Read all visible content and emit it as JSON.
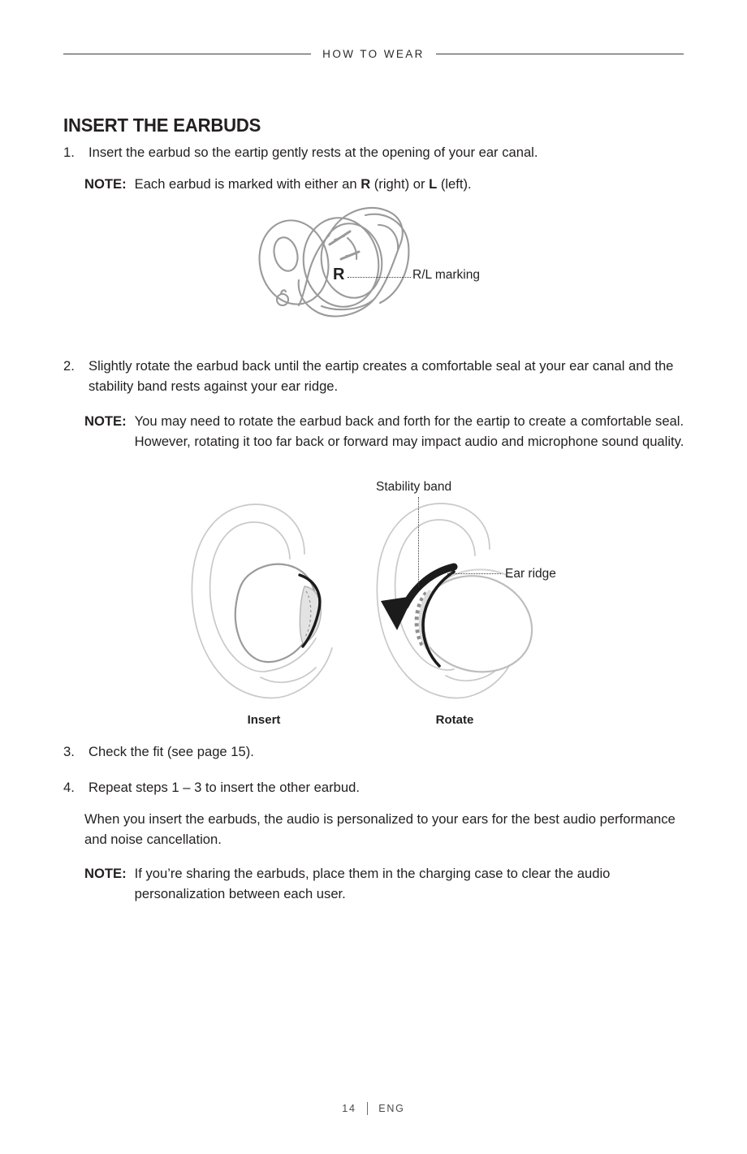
{
  "header": {
    "title": "HOW TO WEAR"
  },
  "section": {
    "title": "INSERT THE EARBUDS"
  },
  "steps": [
    {
      "number": "1.",
      "text": "Insert the earbud so the eartip gently rests at the opening of your ear canal."
    },
    {
      "number": "2.",
      "text": "Slightly rotate the earbud back until the eartip creates a comfortable seal at your ear canal and the stability band rests against your ear ridge."
    },
    {
      "number": "3.",
      "text": "Check the fit (see page 15)."
    },
    {
      "number": "4.",
      "text": "Repeat steps 1 – 3 to insert the other earbud."
    }
  ],
  "notes": {
    "label": "NOTE:",
    "note1_prefix": "Each earbud is marked with either an ",
    "note1_bold_r": "R",
    "note1_mid": " (right) or ",
    "note1_bold_l": "L",
    "note1_suffix": " (left).",
    "note2": "You may need to rotate the earbud back and forth for the eartip to create a comfortable seal. However, rotating it too far back or forward may impact audio and microphone sound quality.",
    "note3": "If you’re sharing the earbuds, place them in the charging case to clear the audio personalization between each user."
  },
  "paragraph": {
    "text": "When you insert the earbuds, the audio is personalized to your ears for the best audio performance and noise cancellation."
  },
  "figures": {
    "earbud": {
      "marking_letter": "R",
      "callout": "R/L marking"
    },
    "ear_insert": {
      "caption": "Insert"
    },
    "ear_rotate": {
      "caption": "Rotate",
      "callout_top": "Stability band",
      "callout_right": "Ear ridge"
    }
  },
  "footer": {
    "page_number": "14",
    "language": "ENG"
  },
  "colors": {
    "text": "#231f20",
    "rule": "#3a3a3a",
    "line_art": "#9a9a9a",
    "line_art_light": "#c9c9c9",
    "dark_band": "#1b1b1b"
  }
}
